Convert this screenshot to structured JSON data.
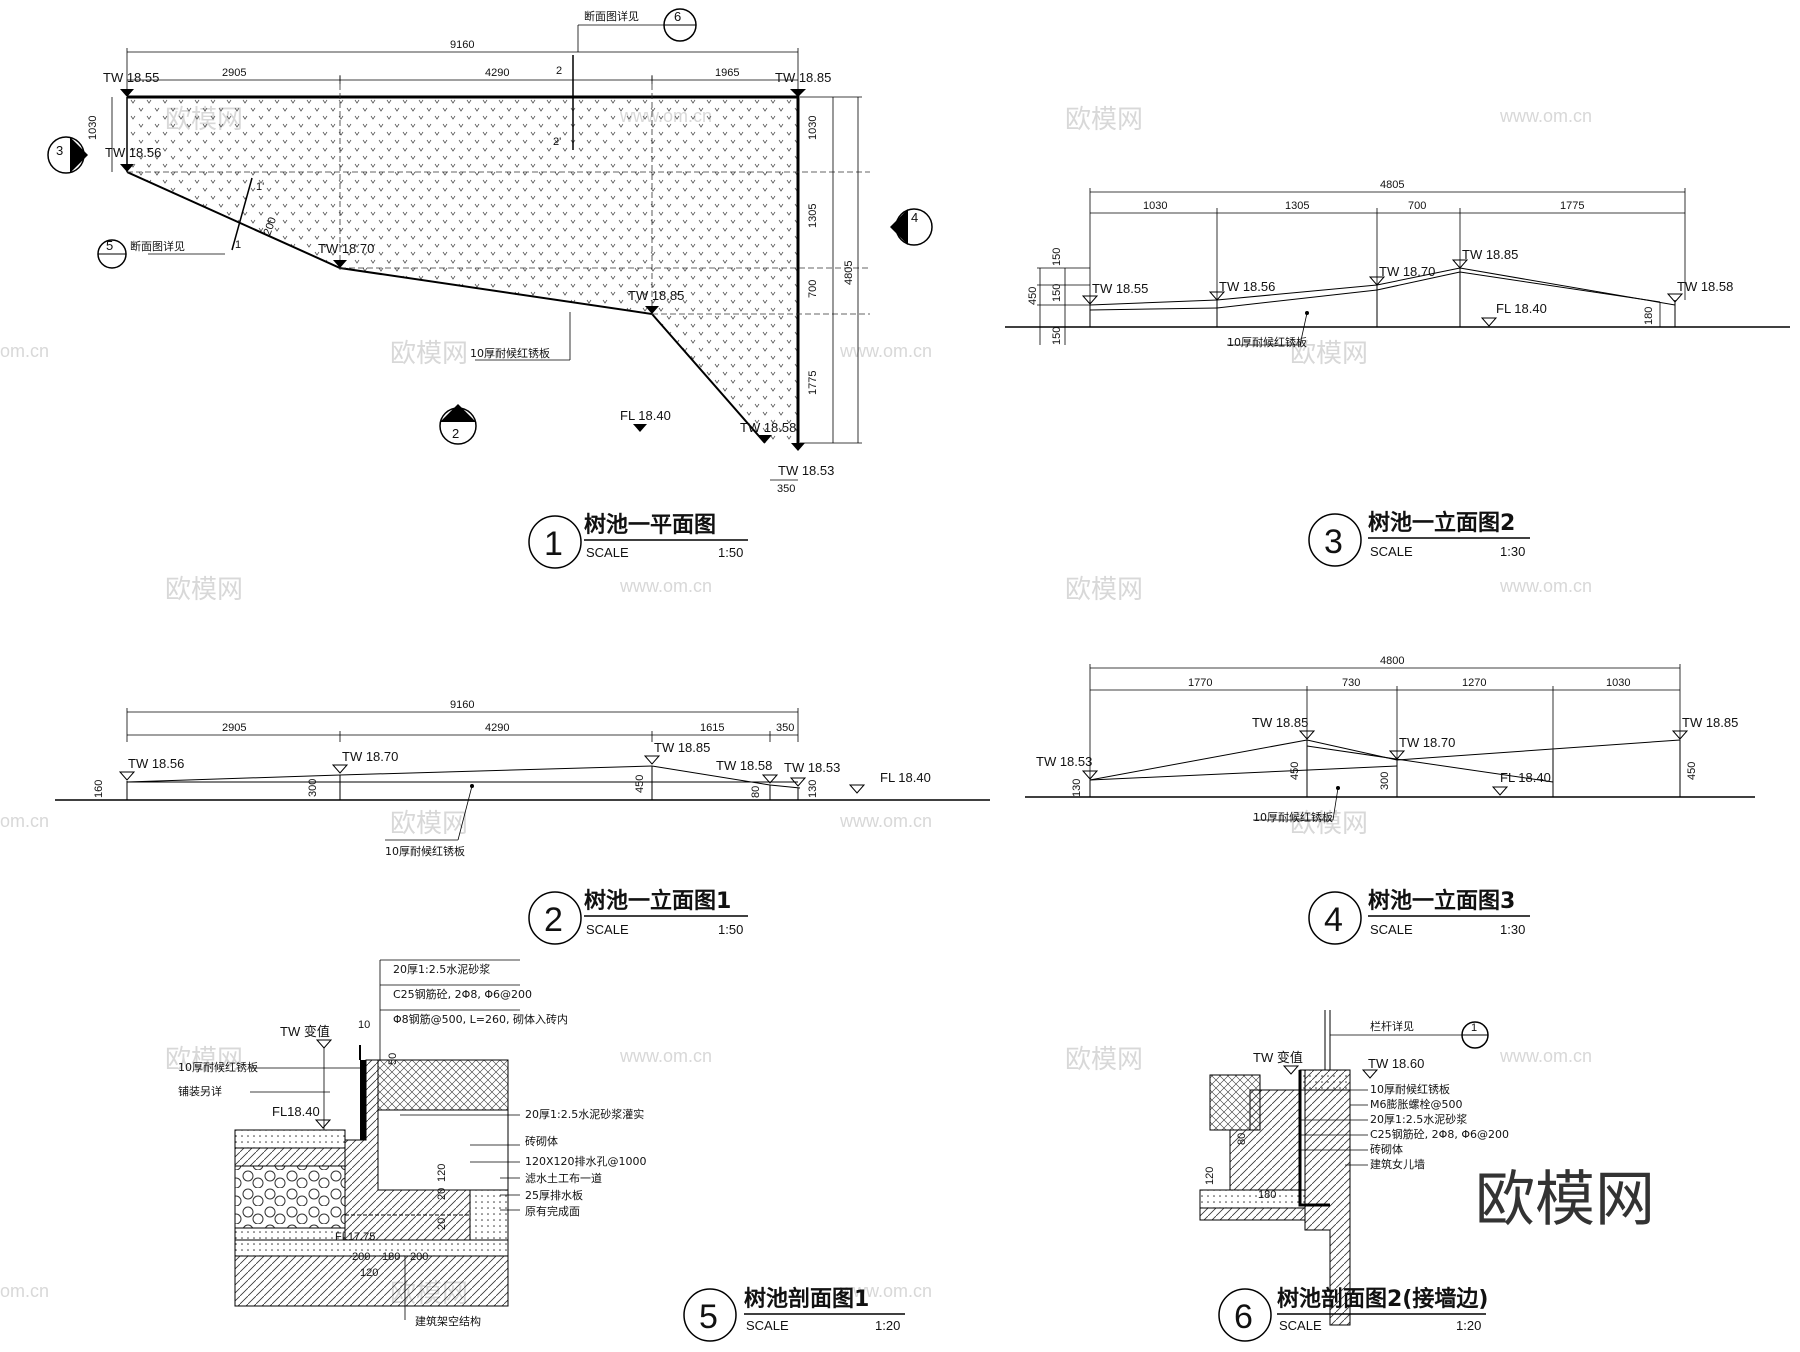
{
  "views": {
    "plan": {
      "num": "1",
      "title": "树池一平面图",
      "scale_label": "SCALE",
      "scale": "1:50"
    },
    "elev1": {
      "num": "2",
      "title": "树池一立面图1",
      "scale_label": "SCALE",
      "scale": "1:50"
    },
    "elev2": {
      "num": "3",
      "title": "树池一立面图2",
      "scale_label": "SCALE",
      "scale": "1:30"
    },
    "elev3": {
      "num": "4",
      "title": "树池一立面图3",
      "scale_label": "SCALE",
      "scale": "1:30"
    },
    "sec1": {
      "num": "5",
      "title": "树池剖面图1",
      "scale_label": "SCALE",
      "scale": "1:20"
    },
    "sec2": {
      "num": "6",
      "title": "树池剖面图2(接墙边)",
      "scale_label": "SCALE",
      "scale": "1:20"
    }
  },
  "plan": {
    "dims_top_total": "9160",
    "dims_top": [
      "2905",
      "4290",
      "1965"
    ],
    "dims_right": [
      "1030",
      "1305",
      "700",
      "1775"
    ],
    "dim_right_total": "4805",
    "dim_left": "1030",
    "dim_bottom": "350",
    "levels": [
      "TW 18.55",
      "TW 18.85",
      "TW 18.56",
      "TW 18.70",
      "TW 18.85",
      "TW 18.58",
      "TW 18.53"
    ],
    "fl": "FL 18.40",
    "plate_note": "10厚耐候红锈板",
    "sec_ref_note": "断面图详见",
    "sec_ref_num": "5",
    "sec_ref_top_note": "断面图详见",
    "sec_ref_top_num": "6",
    "cut_label": "2",
    "cut_label2": "2'",
    "cut_label3": "1",
    "cut_label4": "1'",
    "cut_dim": "200",
    "tag_left": "3",
    "tag_right": "4",
    "tag_bottom": "2"
  },
  "elev1": {
    "dim_total": "9160",
    "dims": [
      "2905",
      "4290",
      "1615",
      "350"
    ],
    "levels": [
      "TW 18.56",
      "TW 18.70",
      "TW 18.85",
      "TW 18.58",
      "TW 18.53"
    ],
    "fl": "FL 18.40",
    "heights": [
      "160",
      "300",
      "450",
      "80",
      "130"
    ],
    "plate_note": "10厚耐候红锈板"
  },
  "elev2": {
    "dim_total": "4805",
    "dims": [
      "1030",
      "1305",
      "700",
      "1775"
    ],
    "levels": [
      "TW 18.55",
      "TW 18.56",
      "TW 18.70",
      "TW 18.85",
      "TW 18.58"
    ],
    "fl": "FL 18.40",
    "left_dims": [
      "150",
      "150",
      "450",
      "150"
    ],
    "right_dim": "180",
    "plate_note": "10厚耐候红锈板"
  },
  "elev3": {
    "dim_total": "4800",
    "dims": [
      "1770",
      "730",
      "1270",
      "1030"
    ],
    "levels": [
      "TW 18.53",
      "TW 18.85",
      "TW 18.70",
      "TW 18.85"
    ],
    "fl": "FL 18.40",
    "heights": [
      "130",
      "450",
      "300",
      "450"
    ],
    "plate_note": "10厚耐候红锈板"
  },
  "sec1": {
    "tw": "TW  变值",
    "fl": "FL18.40",
    "fl2": "FL17.75",
    "notes_top": [
      "20厚1:2.5水泥砂浆",
      "C25钢筋砼, 2Φ8, Φ6@200",
      "Φ8钢筋@500, L=260, 砌体入砖内"
    ],
    "notes_left": [
      "10厚耐候红锈板",
      "铺装另详"
    ],
    "notes_right": [
      "20厚1:2.5水泥砂浆灌实",
      "砖砌体",
      "120X120排水孔@1000",
      "滤水土工布一道",
      "25厚排水板",
      "原有完成面"
    ],
    "note_bottom": "建筑架空结构",
    "dims": [
      "10",
      "50",
      "20",
      "120",
      "200",
      "180",
      "200",
      "120",
      "20"
    ]
  },
  "sec2": {
    "tw": "TW  变值",
    "tw2": "TW 18.60",
    "rail_note": "栏杆详见",
    "rail_ref": "1",
    "notes": [
      "10厚耐候红锈板",
      "M6膨胀螺栓@500",
      "20厚1:2.5水泥砂浆",
      "C25钢筋砼, 2Φ8, Φ6@200",
      "砖砌体",
      "建筑女儿墙"
    ],
    "dims": [
      "80",
      "120",
      "180"
    ]
  },
  "watermarks": {
    "cn": "欧模网",
    "url": "www.om.cn",
    "url_short": "om.cn",
    "big": "欧模网"
  }
}
